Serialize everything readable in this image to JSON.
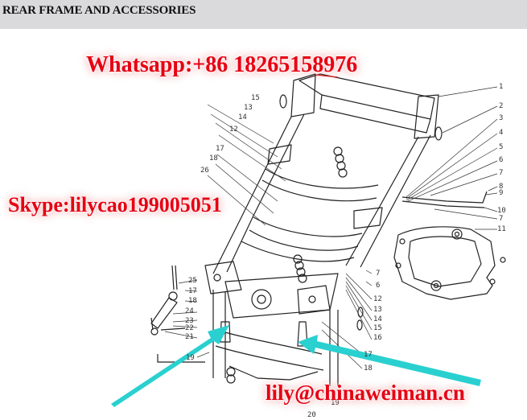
{
  "header": {
    "title": "REAR FRAME AND ACCESSORIES",
    "background": "#dadadc"
  },
  "watermarks": {
    "whatsapp": "Whatsapp:+86 18265158976",
    "skype": "Skype:lilycao199005051",
    "email": "lily@chinaweiman.cn",
    "color": "#e60012"
  },
  "arrows": {
    "color": "#2ad0d0",
    "count": 2
  },
  "callouts": {
    "right_column": [
      "1",
      "2",
      "3",
      "4",
      "5",
      "6",
      "7",
      "8",
      "9",
      "10",
      "7",
      "11"
    ],
    "right_lower": [
      "7",
      "6",
      "12",
      "13",
      "14",
      "15",
      "16",
      "17",
      "18"
    ],
    "left_upper": [
      "15",
      "13",
      "14",
      "12",
      "17",
      "18",
      "26"
    ],
    "left_lower": [
      "25",
      "17",
      "18",
      "24",
      "23",
      "22",
      "21",
      "19"
    ],
    "bottom": [
      "20",
      "19"
    ]
  }
}
